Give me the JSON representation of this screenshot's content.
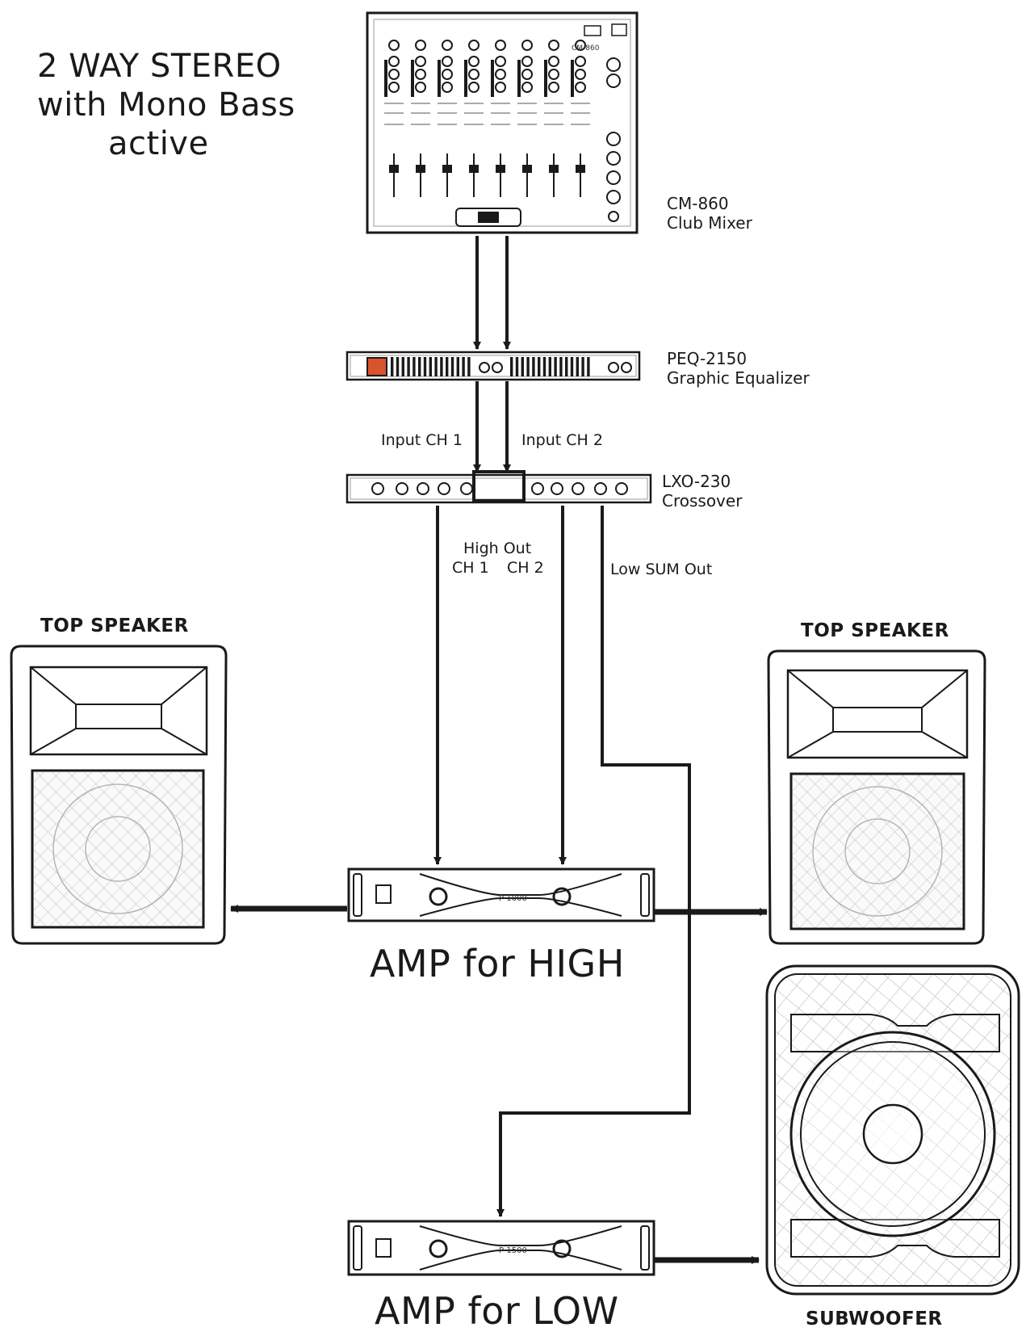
{
  "title": {
    "line1": "2 WAY STEREO",
    "line2": "with Mono Bass",
    "line3": "active"
  },
  "mixer": {
    "model": "CM-860",
    "name": "Club Mixer",
    "panel_text": "CM-860"
  },
  "equalizer": {
    "model": "PEQ-2150",
    "name": "Graphic Equalizer"
  },
  "crossover": {
    "model": "LXO-230",
    "name": "Crossover",
    "input_ch1": "Input CH 1",
    "input_ch2": "Input CH 2",
    "high_out": "High Out",
    "high_ch1": "CH 1",
    "high_ch2": "CH 2",
    "low_out": "Low SUM Out"
  },
  "speakers": {
    "left_label": "TOP SPEAKER",
    "right_label": "TOP SPEAKER",
    "sub_label": "SUBWOOFER"
  },
  "amp_high": {
    "label": "AMP for HIGH",
    "panel_text": "P-1000"
  },
  "amp_low": {
    "label": "AMP for LOW",
    "panel_text": "P-1500"
  },
  "colors": {
    "line": "#1a1a1a",
    "accent": "#d9532c",
    "panel": "#ffffff",
    "mesh": "#cfcfcf"
  }
}
